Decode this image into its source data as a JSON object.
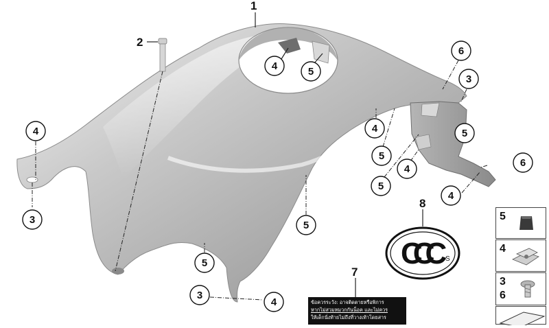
{
  "main_callout": "1",
  "screw_label": "2",
  "callouts": {
    "left_top": "4",
    "left_bottom": "3",
    "ring_inner": "4",
    "ring_clip": "5",
    "right_6_top": "6",
    "right_3": "3",
    "right_4": "4",
    "right_5_inner": "5",
    "right_5_lower": "5",
    "right_4_inner": "4",
    "right_5_bottom": "5",
    "right_6": "6",
    "right_4_bottom": "4",
    "center_5": "5",
    "bottom_5": "5",
    "bottom_3": "3",
    "bottom_4": "4"
  },
  "ccc_label": "8",
  "ccc_mark_text": "CCC",
  "ccc_mark_s": "S",
  "warning_label": "7",
  "warning_lines": [
    "ข้อควรระวัง: อาจติดตายหรือพิการ",
    "หากไม่สวมหมวกกันน็อค และไม่ควร",
    "ให้เด็กนั่งท้ายไม่ถึงที่วางเท้าโดยสาร"
  ],
  "legend": [
    {
      "label": "5",
      "icon": "rubber-grommet-icon"
    },
    {
      "label": "4",
      "icon": "clip-nut-icon"
    },
    {
      "label": "3",
      "icon": "screw-icon"
    },
    {
      "label": "6",
      "icon": "screw-icon"
    },
    {
      "label": "",
      "icon": "sheet-part-icon"
    }
  ]
}
